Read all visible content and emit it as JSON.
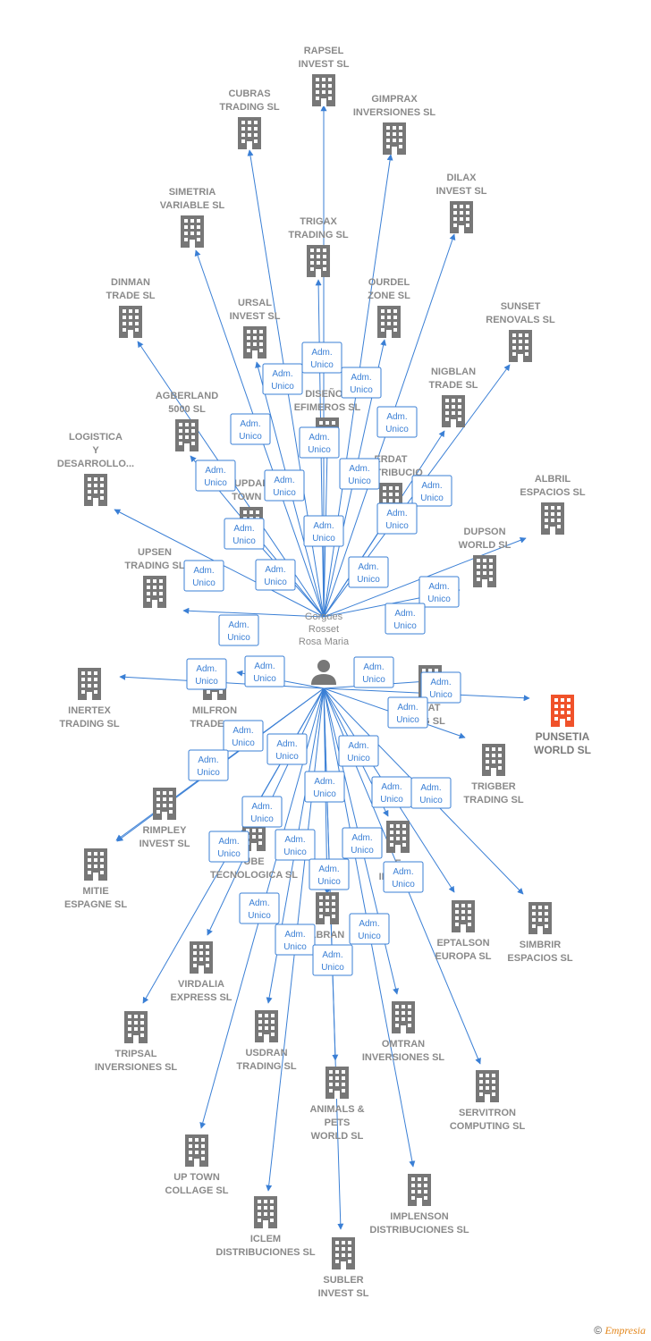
{
  "person": {
    "lines": [
      "Gorgues",
      "Rosset",
      "Rosa Maria"
    ]
  },
  "role_label": [
    "Adm.",
    "Unico"
  ],
  "colors": {
    "edge": "#3a7fd5",
    "building": "#777777",
    "highlight": "#f0522a"
  },
  "companies": [
    {
      "id": "rapsel",
      "lines": [
        "RAPSEL",
        "INVEST SL"
      ]
    },
    {
      "id": "cubras",
      "lines": [
        "CUBRAS",
        "TRADING SL"
      ]
    },
    {
      "id": "gimprax",
      "lines": [
        "GIMPRAX",
        "INVERSIONES SL"
      ]
    },
    {
      "id": "dilax",
      "lines": [
        "DILAX",
        "INVEST SL"
      ]
    },
    {
      "id": "simetria",
      "lines": [
        "SIMETRIA",
        "VARIABLE SL"
      ]
    },
    {
      "id": "trigax",
      "lines": [
        "TRIGAX",
        "TRADING SL"
      ]
    },
    {
      "id": "dinman",
      "lines": [
        "DINMAN",
        "TRADE  SL"
      ]
    },
    {
      "id": "ourdel",
      "lines": [
        "OURDEL",
        "ZONE SL"
      ]
    },
    {
      "id": "sunset",
      "lines": [
        "SUNSET",
        "RENOVALS SL"
      ]
    },
    {
      "id": "ursal",
      "lines": [
        "URSAL",
        "INVEST SL"
      ]
    },
    {
      "id": "nigblan",
      "lines": [
        "NIGBLAN",
        "TRADE SL"
      ]
    },
    {
      "id": "agberland",
      "lines": [
        "AGBERLAND",
        "5000 SL"
      ]
    },
    {
      "id": "disenos",
      "lines": [
        "DISEÑOS",
        "EFIMEROS SL"
      ]
    },
    {
      "id": "logistica",
      "lines": [
        "LOGISTICA",
        "Y",
        "DESARROLLO..."
      ]
    },
    {
      "id": "upsdal",
      "lines": [
        "UPDAL",
        "TOWN S"
      ]
    },
    {
      "id": "erdat",
      "lines": [
        "ERDAT",
        "DISTRIBUCIO"
      ]
    },
    {
      "id": "albril",
      "lines": [
        "ALBRIL",
        "ESPACIOS SL"
      ]
    },
    {
      "id": "dupson",
      "lines": [
        "DUPSON",
        "WORLD SL"
      ]
    },
    {
      "id": "upsen",
      "lines": [
        "UPSEN",
        "TRADING SL"
      ]
    },
    {
      "id": "inertex",
      "lines": [
        "INERTEX",
        "TRADING SL"
      ]
    },
    {
      "id": "milfron",
      "lines": [
        "MILFRON",
        "TRADE SL"
      ]
    },
    {
      "id": "mat",
      "lines": [
        "MAT",
        "NG SL"
      ]
    },
    {
      "id": "punsetia",
      "lines": [
        "PUNSETIA",
        "WORLD  SL"
      ],
      "highlight": true
    },
    {
      "id": "trigber",
      "lines": [
        "TRIGBER",
        "TRADING SL"
      ]
    },
    {
      "id": "rimpley",
      "lines": [
        "RIMPLEY",
        "INVEST  SL"
      ]
    },
    {
      "id": "tecnologica",
      "lines": [
        "UBE",
        "TECNOLOGICA SL"
      ]
    },
    {
      "id": "invers",
      "lines": [
        "E",
        "INVE   SL"
      ]
    },
    {
      "id": "mitie",
      "lines": [
        "MITIE",
        "ESPAGNE  SL"
      ]
    },
    {
      "id": "eptalson",
      "lines": [
        "EPTALSON",
        "EUROPA SL"
      ]
    },
    {
      "id": "simbrir",
      "lines": [
        "SIMBRIR",
        "ESPACIOS SL"
      ]
    },
    {
      "id": "albran",
      "lines": [
        "LBRAN",
        "SL"
      ]
    },
    {
      "id": "virdalia",
      "lines": [
        "VIRDALIA",
        "EXPRESS SL"
      ]
    },
    {
      "id": "tripsal",
      "lines": [
        "TRIPSAL",
        "INVERSIONES SL"
      ]
    },
    {
      "id": "usdran",
      "lines": [
        "USDRAN",
        "TRADING SL"
      ]
    },
    {
      "id": "omtran",
      "lines": [
        "OMTRAN",
        "INVERSIONES SL"
      ]
    },
    {
      "id": "animals",
      "lines": [
        "ANIMALS &",
        "PETS",
        "WORLD SL"
      ]
    },
    {
      "id": "servitron",
      "lines": [
        "SERVITRON",
        "COMPUTING SL"
      ]
    },
    {
      "id": "uptown",
      "lines": [
        "UP TOWN",
        "COLLAGE SL"
      ]
    },
    {
      "id": "implenson",
      "lines": [
        "IMPLENSON",
        "DISTRIBUCIONES SL"
      ]
    },
    {
      "id": "iclem",
      "lines": [
        "ICLEM",
        "DISTRIBUCIONES SL"
      ]
    },
    {
      "id": "subler",
      "lines": [
        "SUBLER",
        "INVEST SL"
      ]
    }
  ],
  "footer": {
    "copyright": "©",
    "brand": "Empresia"
  }
}
